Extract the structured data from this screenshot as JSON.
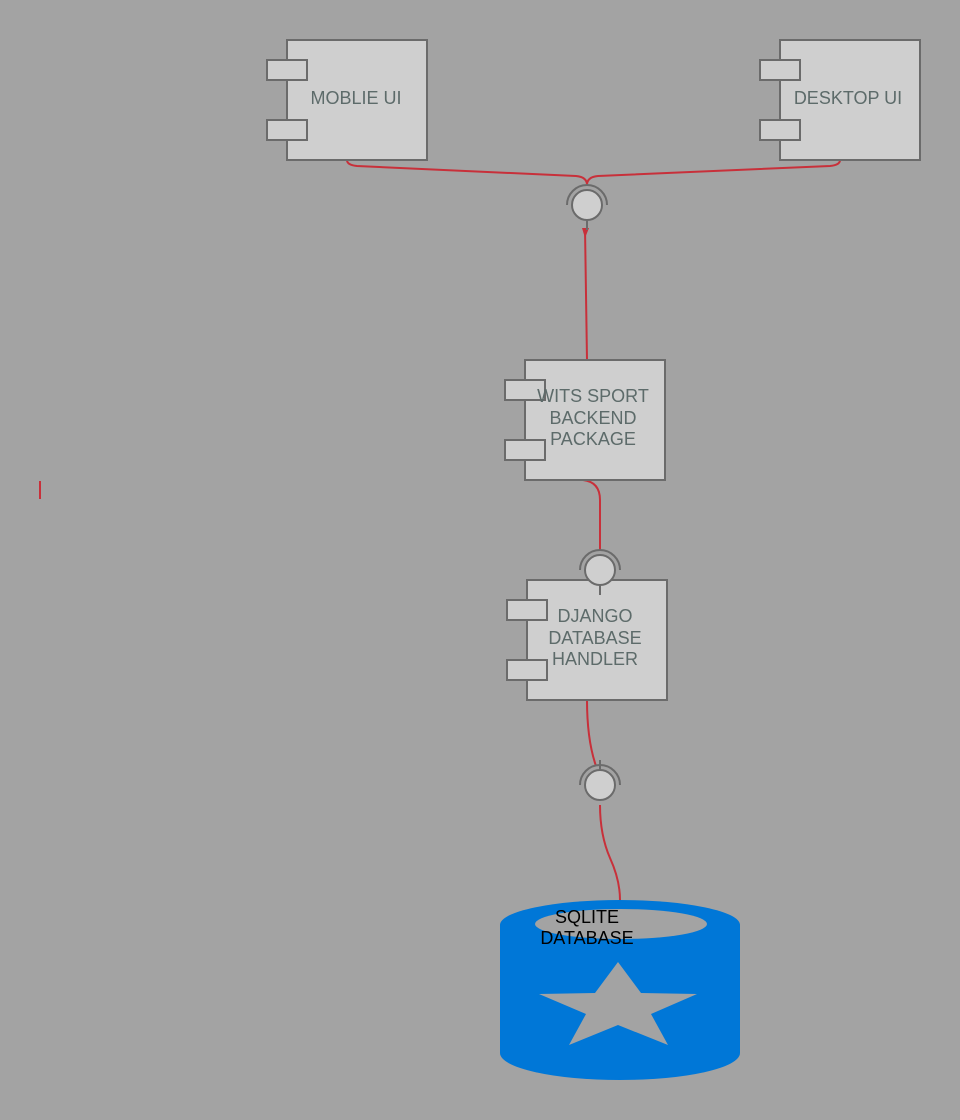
{
  "colors": {
    "background": "#a3a3a3",
    "component_fill": "#cfcfcf",
    "component_stroke": "#6b6b6b",
    "component_text": "#5d6b6a",
    "connector": "#c8303a",
    "database_fill": "#0077d7",
    "database_highlight": "#a3a3a3"
  },
  "components": {
    "mobile_ui": {
      "label": "MOBLIE UI"
    },
    "desktop_ui": {
      "label": "DESKTOP UI"
    },
    "backend": {
      "line1": "WITS SPORT",
      "line2": "BACKEND",
      "line3": "PACKAGE"
    },
    "django": {
      "line1": "DJANGO",
      "line2": "DATABASE",
      "line3": "HANDLER"
    }
  },
  "database": {
    "line1": "SQLITE",
    "line2": "DATABASE",
    "icon": "star-icon"
  }
}
